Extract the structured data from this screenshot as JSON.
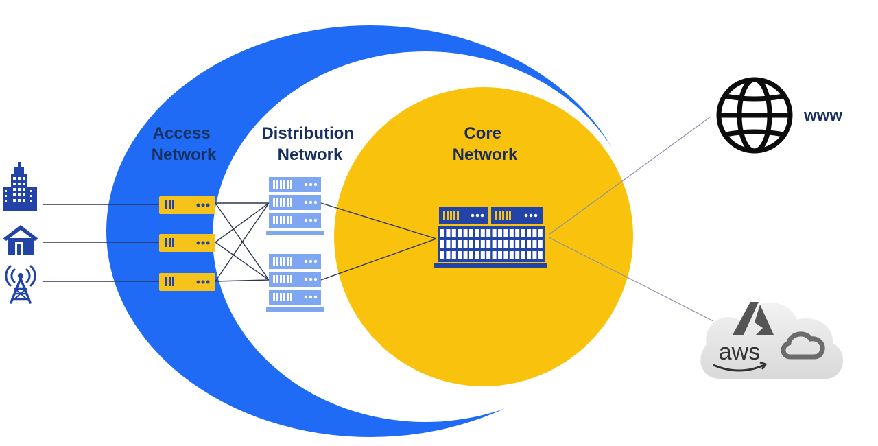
{
  "labels": {
    "access_line1": "Access",
    "access_line2": "Network",
    "distribution_line1": "Distribution",
    "distribution_line2": "Network",
    "core_line1": "Core",
    "core_line2": "Network",
    "www": "www",
    "aws": "aws"
  },
  "icons": {
    "endpoints": [
      "office-building-icon",
      "house-icon",
      "cell-tower-icon"
    ],
    "access": "access-switch-icon",
    "distribution": "distribution-server-stack-icon",
    "core": "core-router-icon",
    "internet": "globe-icon",
    "cloud": "cloud-providers-icon"
  },
  "colors": {
    "outer_ring": "#1f6bf5",
    "core": "#f9c30d",
    "device_yellow": "#f5c31a",
    "device_blue": "#2244a8",
    "server_blue": "#7fa6f0",
    "label_dark": "#17305f",
    "label_core": "#1b2d55"
  }
}
